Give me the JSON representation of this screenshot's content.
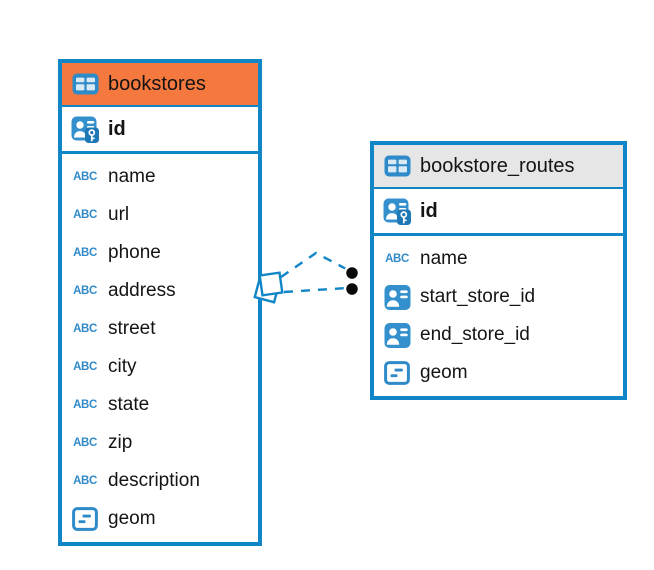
{
  "diagram": {
    "background": "#ffffff",
    "accent_blue": "#1186C7",
    "tables": [
      {
        "name": "bookstores",
        "header_color": "#F5793E",
        "icon": "table-icon",
        "primary_key": {
          "name": "id",
          "icon": "primary-key-icon"
        },
        "columns": [
          {
            "name": "name",
            "icon": "text-icon"
          },
          {
            "name": "url",
            "icon": "text-icon"
          },
          {
            "name": "phone",
            "icon": "text-icon"
          },
          {
            "name": "address",
            "icon": "text-icon"
          },
          {
            "name": "street",
            "icon": "text-icon"
          },
          {
            "name": "city",
            "icon": "text-icon"
          },
          {
            "name": "state",
            "icon": "text-icon"
          },
          {
            "name": "zip",
            "icon": "text-icon"
          },
          {
            "name": "description",
            "icon": "text-icon"
          },
          {
            "name": "geom",
            "icon": "geometry-icon"
          }
        ]
      },
      {
        "name": "bookstore_routes",
        "header_color": "#E6E6E6",
        "icon": "table-icon",
        "primary_key": {
          "name": "id",
          "icon": "primary-key-icon"
        },
        "columns": [
          {
            "name": "name",
            "icon": "text-icon"
          },
          {
            "name": "start_store_id",
            "icon": "foreign-key-icon"
          },
          {
            "name": "end_store_id",
            "icon": "foreign-key-icon"
          },
          {
            "name": "geom",
            "icon": "geometry-icon"
          }
        ]
      }
    ],
    "relationships": [
      {
        "from_table": "bookstores",
        "to_table": "bookstore_routes",
        "style": "dashed"
      },
      {
        "from_table": "bookstores",
        "to_table": "bookstore_routes",
        "style": "dashed"
      }
    ]
  }
}
